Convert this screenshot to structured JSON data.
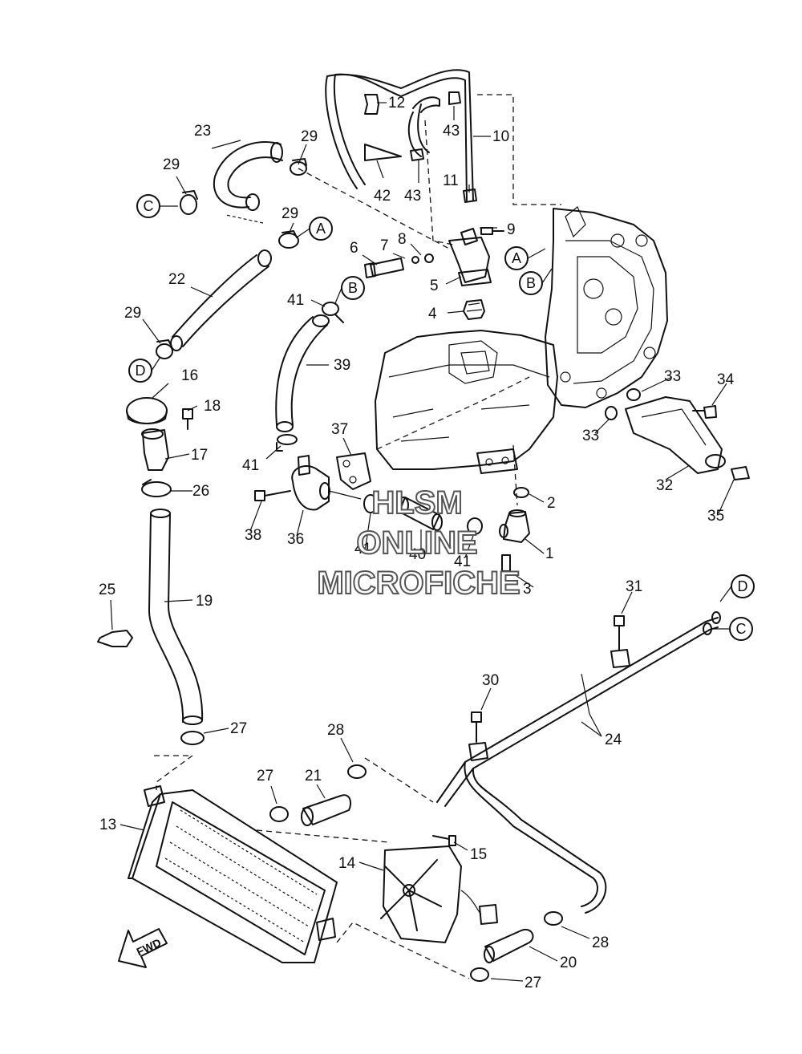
{
  "callouts": [
    {
      "id": "p1",
      "label": "1"
    },
    {
      "id": "p2",
      "label": "2"
    },
    {
      "id": "p3",
      "label": "3"
    },
    {
      "id": "p4",
      "label": "4"
    },
    {
      "id": "p5",
      "label": "5"
    },
    {
      "id": "p6",
      "label": "6"
    },
    {
      "id": "p7",
      "label": "7"
    },
    {
      "id": "p8",
      "label": "8"
    },
    {
      "id": "p9",
      "label": "9"
    },
    {
      "id": "p10",
      "label": "10"
    },
    {
      "id": "p11",
      "label": "11"
    },
    {
      "id": "p12",
      "label": "12"
    },
    {
      "id": "p13",
      "label": "13"
    },
    {
      "id": "p14",
      "label": "14"
    },
    {
      "id": "p15",
      "label": "15"
    },
    {
      "id": "p16",
      "label": "16"
    },
    {
      "id": "p17",
      "label": "17"
    },
    {
      "id": "p18",
      "label": "18"
    },
    {
      "id": "p19",
      "label": "19"
    },
    {
      "id": "p20",
      "label": "20"
    },
    {
      "id": "p21",
      "label": "21"
    },
    {
      "id": "p22",
      "label": "22"
    },
    {
      "id": "p23",
      "label": "23"
    },
    {
      "id": "p24",
      "label": "24"
    },
    {
      "id": "p25",
      "label": "25"
    },
    {
      "id": "p26",
      "label": "26"
    },
    {
      "id": "p27a",
      "label": "27"
    },
    {
      "id": "p27b",
      "label": "27"
    },
    {
      "id": "p27c",
      "label": "27"
    },
    {
      "id": "p28a",
      "label": "28"
    },
    {
      "id": "p28b",
      "label": "28"
    },
    {
      "id": "p29a",
      "label": "29"
    },
    {
      "id": "p29b",
      "label": "29"
    },
    {
      "id": "p29c",
      "label": "29"
    },
    {
      "id": "p29d",
      "label": "29"
    },
    {
      "id": "p30",
      "label": "30"
    },
    {
      "id": "p31",
      "label": "31"
    },
    {
      "id": "p32",
      "label": "32"
    },
    {
      "id": "p33a",
      "label": "33"
    },
    {
      "id": "p33b",
      "label": "33"
    },
    {
      "id": "p34",
      "label": "34"
    },
    {
      "id": "p35",
      "label": "35"
    },
    {
      "id": "p36",
      "label": "36"
    },
    {
      "id": "p37",
      "label": "37"
    },
    {
      "id": "p38",
      "label": "38"
    },
    {
      "id": "p39",
      "label": "39"
    },
    {
      "id": "p40",
      "label": "40"
    },
    {
      "id": "p41a",
      "label": "41"
    },
    {
      "id": "p41b",
      "label": "41"
    },
    {
      "id": "p41c",
      "label": "41"
    },
    {
      "id": "p41d",
      "label": "41"
    },
    {
      "id": "p42",
      "label": "42"
    },
    {
      "id": "p43a",
      "label": "43"
    },
    {
      "id": "p43b",
      "label": "43"
    }
  ],
  "connectors": [
    {
      "id": "cA1",
      "label": "A"
    },
    {
      "id": "cA2",
      "label": "A"
    },
    {
      "id": "cB1",
      "label": "B"
    },
    {
      "id": "cB2",
      "label": "B"
    },
    {
      "id": "cC1",
      "label": "C"
    },
    {
      "id": "cC2",
      "label": "C"
    },
    {
      "id": "cD1",
      "label": "D"
    },
    {
      "id": "cD2",
      "label": "D"
    }
  ],
  "direction_label": "FWD",
  "watermark": [
    "HLSM",
    "ONLINE",
    "MICROFICHE"
  ]
}
